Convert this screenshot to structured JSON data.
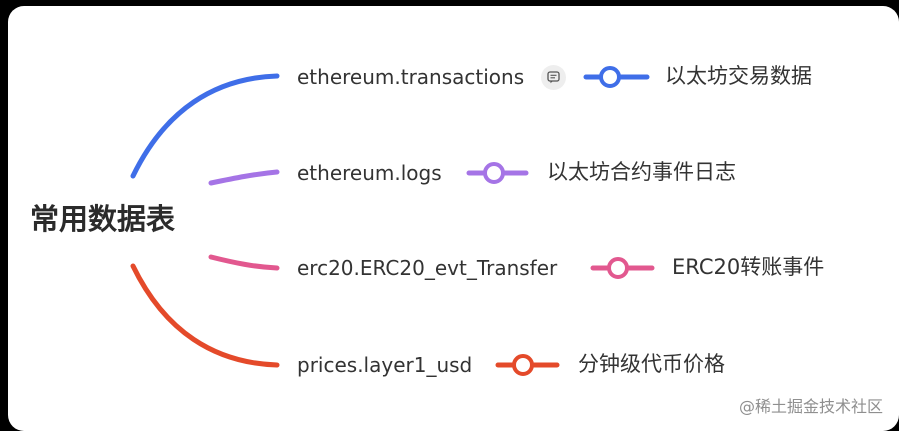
{
  "root": {
    "label": "常用数据表"
  },
  "branches": [
    {
      "table": "ethereum.transactions",
      "description": "以太坊交易数据",
      "color": "#3f6ee8",
      "has_note": true
    },
    {
      "table": "ethereum.logs",
      "description": "以太坊合约事件日志",
      "color": "#a574e6",
      "has_note": false
    },
    {
      "table": "erc20.ERC20_evt_Transfer",
      "description": "ERC20转账事件",
      "color": "#e2588f",
      "has_note": false
    },
    {
      "table": "prices.layer1_usd",
      "description": "分钟级代币价格",
      "color": "#e44a2a",
      "has_note": false
    }
  ],
  "note_icon": "comment-note-icon",
  "watermark": "@稀土掘金技术社区"
}
